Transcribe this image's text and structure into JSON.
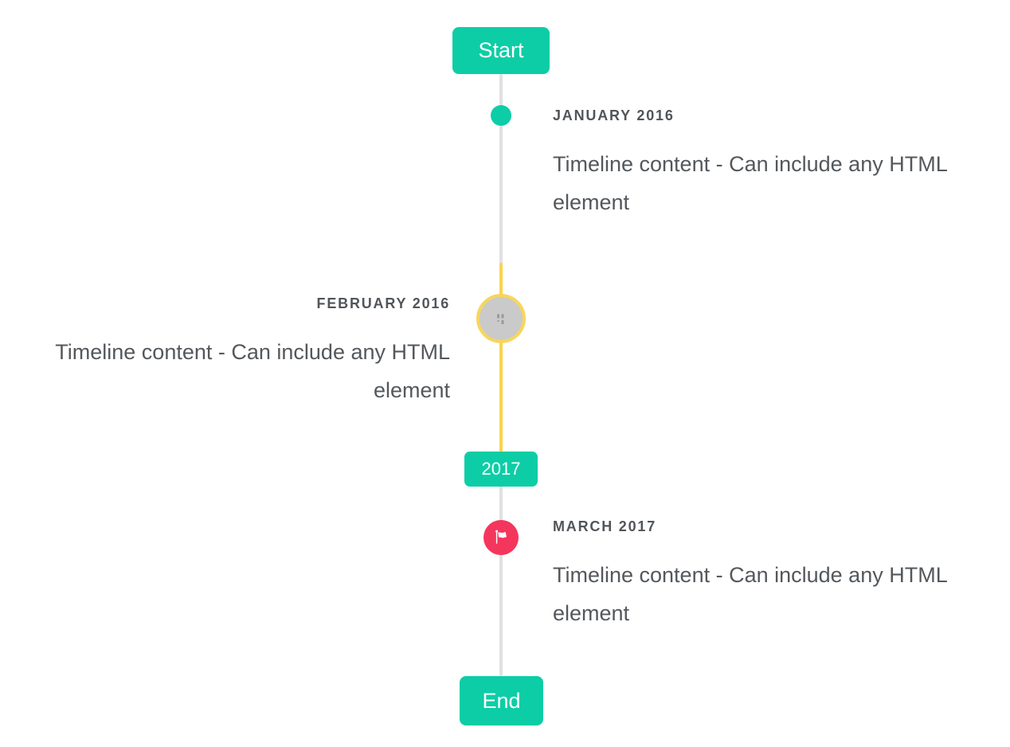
{
  "timeline": {
    "start_badge": "Start",
    "year_badge": "2017",
    "end_badge": "End",
    "items": [
      {
        "id": "january-2016",
        "title": "JANUARY 2016",
        "content": "Timeline content - Can include any HTML element",
        "side": "right",
        "marker": "dot-icon",
        "marker_color": "#0dcda6"
      },
      {
        "id": "february-2016",
        "title": "FEBRUARY 2016",
        "content": "Timeline content - Can include any HTML element",
        "side": "left",
        "marker": "broken-image-icon",
        "marker_color": "#cacaca",
        "marker_ring_color": "#f8d65a"
      },
      {
        "id": "march-2017",
        "title": "MARCH 2017",
        "content": "Timeline content - Can include any HTML element",
        "side": "right",
        "marker": "flag-icon",
        "marker_color": "#f5365c"
      }
    ]
  },
  "colors": {
    "accent_teal": "#0dcda6",
    "line_gray": "#e1e1e1",
    "highlight_yellow": "#fbd44c",
    "marker_red": "#f5365c",
    "marker_gray": "#cacaca",
    "marker_ring_yellow": "#f8d65a",
    "title_text": "#515559",
    "content_text": "#54585c",
    "badge_text": "#ffffff"
  }
}
